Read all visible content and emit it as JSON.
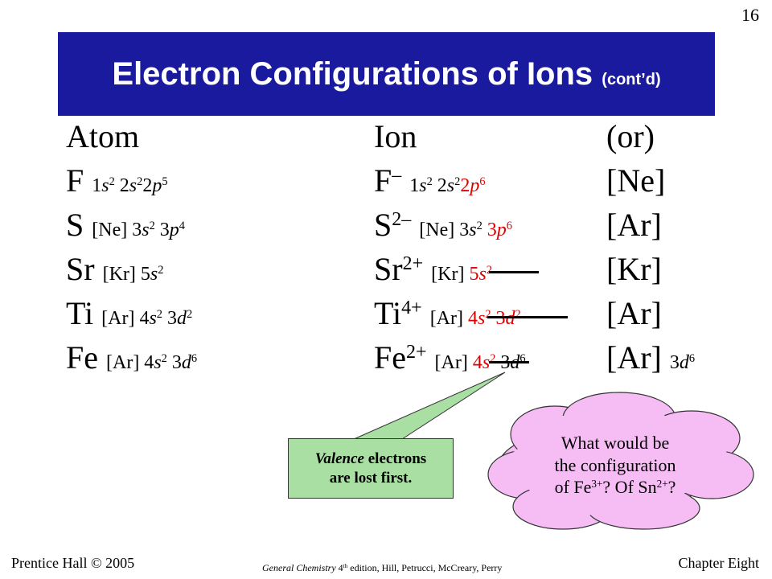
{
  "slide_number": "16",
  "title": {
    "main": "Electron Configurations of Ions",
    "suffix": "(cont’d)"
  },
  "headers": {
    "atom": "Atom",
    "ion": "Ion",
    "or": "(or)"
  },
  "rows": [
    {
      "atom_sym": "F",
      "atom_cfg": "1s² 2s²2p⁵",
      "ion_sym": "F",
      "ion_charge": "–",
      "ion_cfg": "1s² 2s²2p⁶",
      "or": "[Ne]"
    },
    {
      "atom_sym": "S",
      "atom_cfg": "[Ne] 3s² 3p⁴",
      "ion_sym": "S",
      "ion_charge": "2–",
      "ion_cfg": "[Ne] 3s² 3p⁶",
      "or": "[Ar]"
    },
    {
      "atom_sym": "Sr",
      "atom_cfg": "[Kr] 5s²",
      "ion_sym": "Sr",
      "ion_charge": "2+",
      "ion_cfg": "[Kr] 5s²",
      "or": "[Kr]"
    },
    {
      "atom_sym": "Ti",
      "atom_cfg": "[Ar] 4s² 3d²",
      "ion_sym": "Ti",
      "ion_charge": "4+",
      "ion_cfg": "[Ar] 4s² 3d²",
      "or": "[Ar]"
    },
    {
      "atom_sym": "Fe",
      "atom_cfg": "[Ar] 4s² 3d⁶",
      "ion_sym": "Fe",
      "ion_charge": "2+",
      "ion_cfg": "[Ar] 4s² 3d⁶",
      "or": "[Ar] 3d⁶"
    }
  ],
  "callout": {
    "line1_italic": "Valence",
    "line1_rest": " electrons",
    "line2": "are lost first."
  },
  "cloud": {
    "line1": "What would be",
    "line2": "the configuration",
    "line3_a": "of Fe",
    "line3_sup1": "3+",
    "line3_b": "?  Of Sn",
    "line3_sup2": "2+",
    "line3_c": "?"
  },
  "footer": {
    "left": "Prentice Hall © 2005",
    "center_a": "General Chemistry",
    "center_sup": "th",
    "center_b": " 4",
    "center_c": " edition, Hill, Petrucci, McCreary, Perry",
    "right": "Chapter Eight"
  },
  "colors": {
    "title_bar": "#1a1a9e",
    "highlight": "#e00000",
    "callout": "#a9dfa3",
    "cloud": "#f6bdf5"
  }
}
